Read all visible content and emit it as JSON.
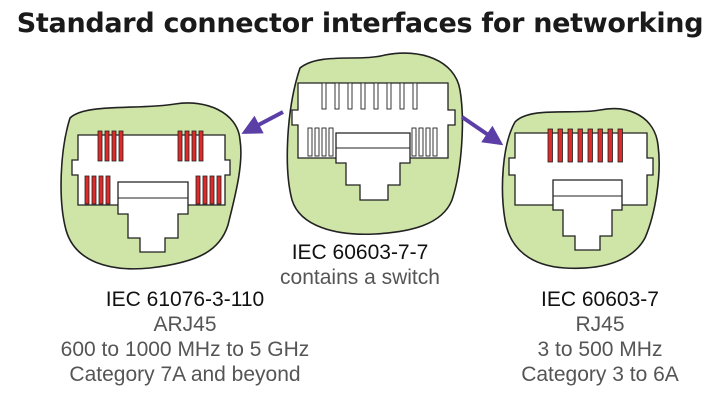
{
  "title": "Standard connector interfaces for networking",
  "colors": {
    "blob_fill": "#cfe5a8",
    "blob_stroke": "#222222",
    "contact_red": "#e02a2a",
    "arrow": "#5b3fa6"
  },
  "connectors": {
    "left": {
      "standard": "IEC 61076-3-110",
      "name": "ARJ45",
      "frequency": "600 to 1000 MHz to 5 GHz",
      "category": "Category 7A and beyond"
    },
    "center": {
      "standard": "IEC 60603-7-7",
      "note": "contains a switch"
    },
    "right": {
      "standard": "IEC 60603-7",
      "name": "RJ45",
      "frequency": "3 to 500 MHz",
      "category": "Category 3 to 6A"
    }
  }
}
